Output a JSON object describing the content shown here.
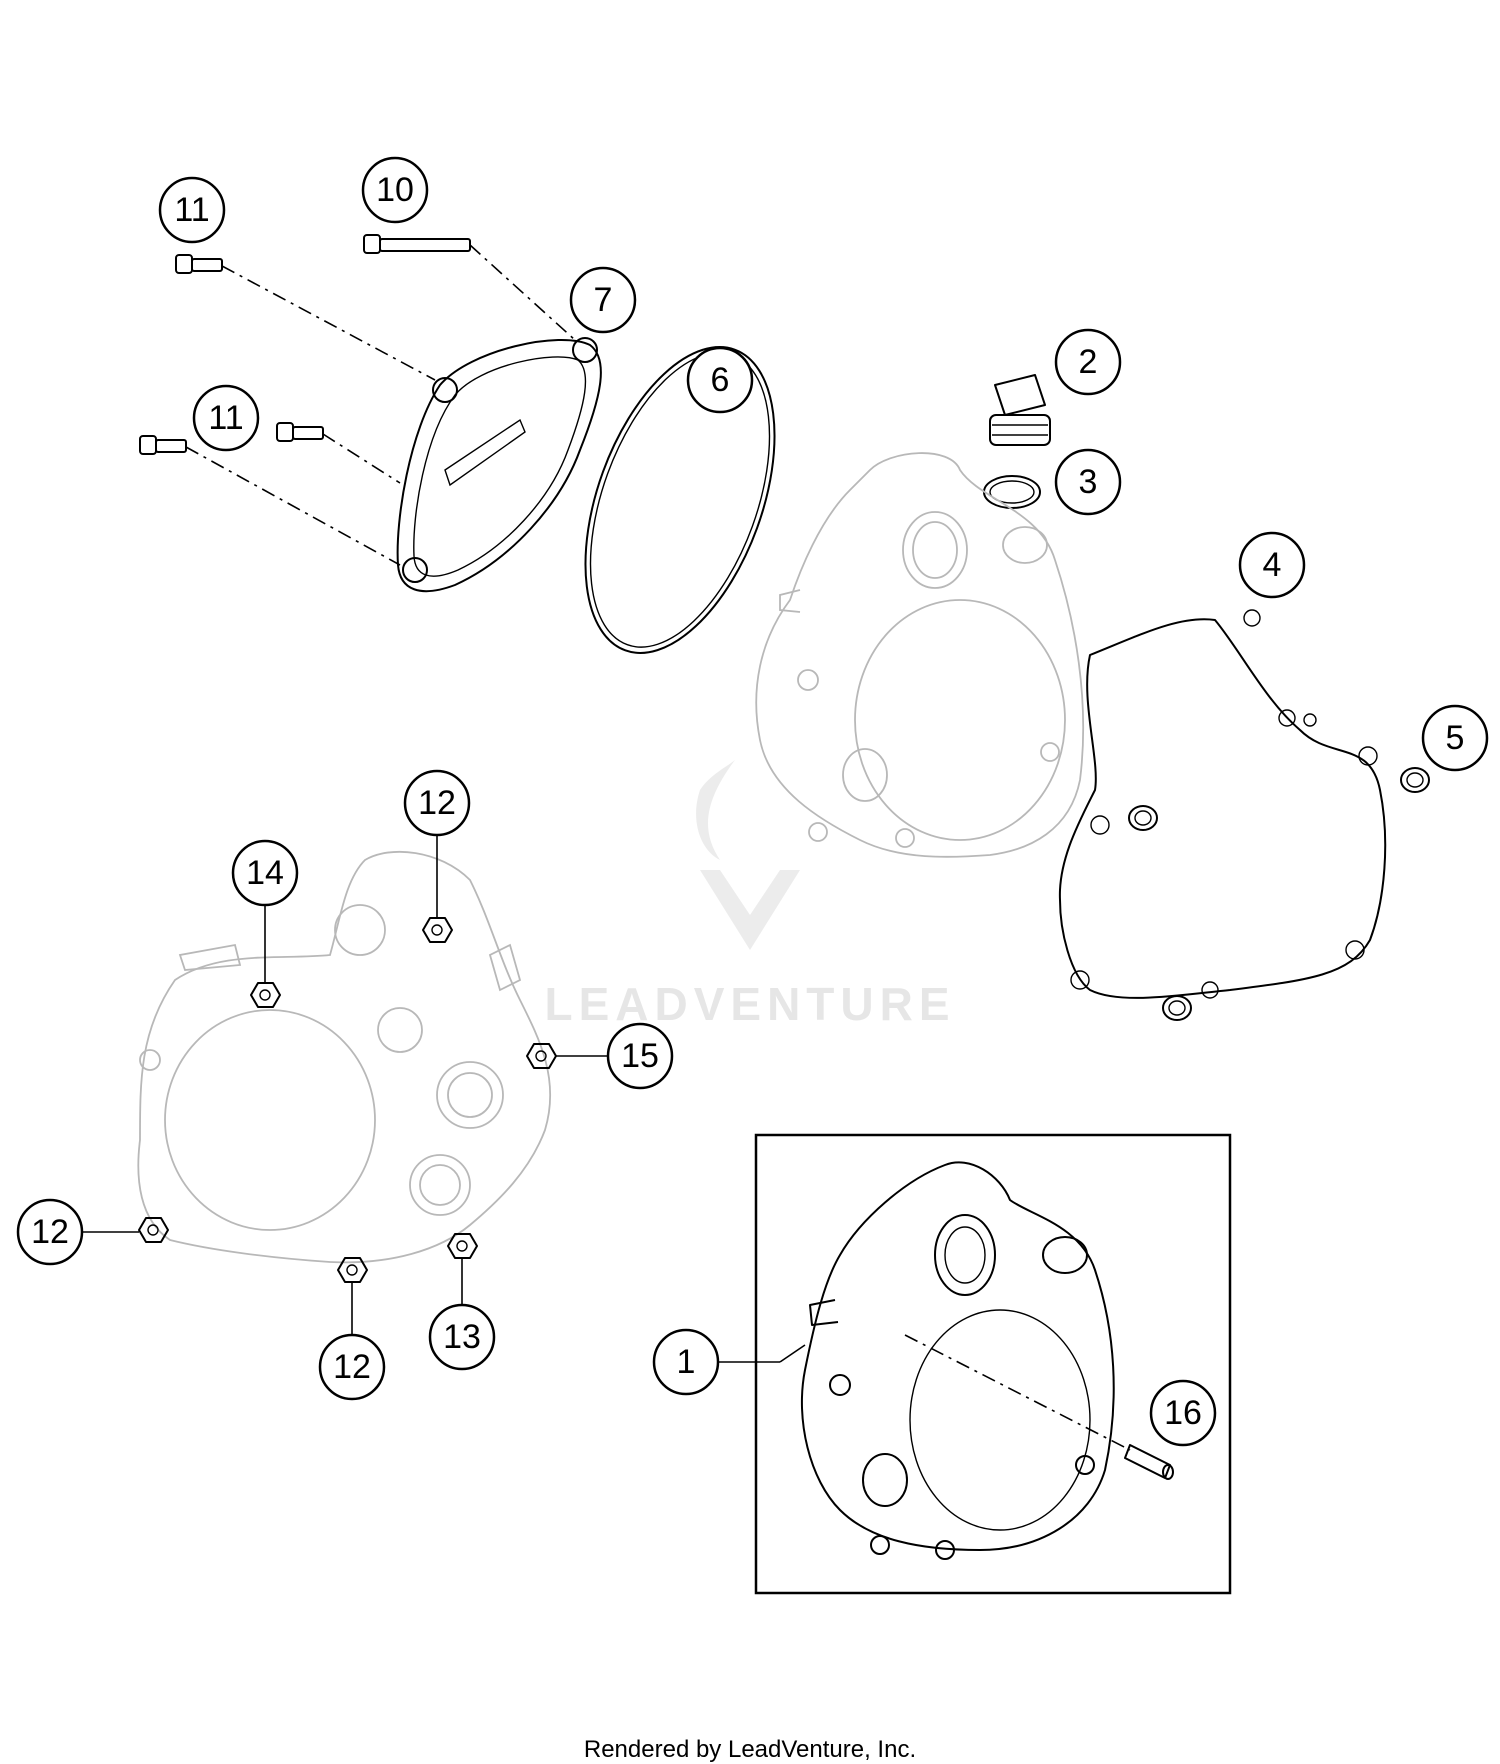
{
  "watermark": {
    "text": "LEADVENTURE"
  },
  "callouts": [
    {
      "id": "c11a",
      "label": "11"
    },
    {
      "id": "c10",
      "label": "10"
    },
    {
      "id": "c7",
      "label": "7"
    },
    {
      "id": "c11b",
      "label": "11"
    },
    {
      "id": "c6",
      "label": "6"
    },
    {
      "id": "c2",
      "label": "2"
    },
    {
      "id": "c3",
      "label": "3"
    },
    {
      "id": "c4",
      "label": "4"
    },
    {
      "id": "c5",
      "label": "5"
    },
    {
      "id": "c12a",
      "label": "12"
    },
    {
      "id": "c14",
      "label": "14"
    },
    {
      "id": "c15",
      "label": "15"
    },
    {
      "id": "c12b",
      "label": "12"
    },
    {
      "id": "c12c",
      "label": "12"
    },
    {
      "id": "c13",
      "label": "13"
    },
    {
      "id": "c1",
      "label": "1"
    },
    {
      "id": "c16",
      "label": "16"
    }
  ],
  "footer": {
    "text": "Rendered by LeadVenture, Inc."
  }
}
